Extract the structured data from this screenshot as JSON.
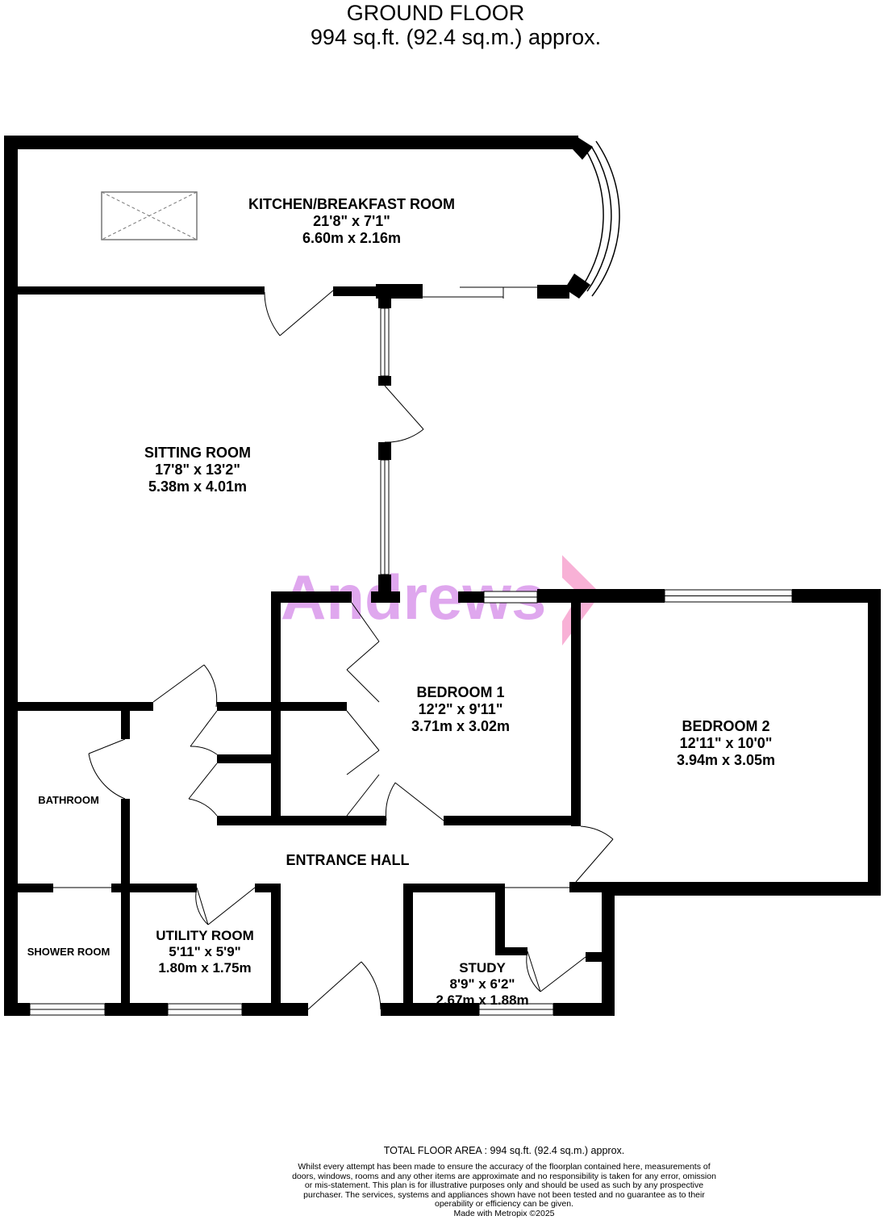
{
  "header": {
    "floor_name": "GROUND FLOOR",
    "floor_area": "994 sq.ft. (92.4 sq.m.) approx."
  },
  "rooms": {
    "kitchen": {
      "name": "KITCHEN/BREAKFAST ROOM",
      "imperial": "21'8\"  x 7'1\"",
      "metric": "6.60m  x 2.16m"
    },
    "sitting": {
      "name": "SITTING ROOM",
      "imperial": "17'8\"  x 13'2\"",
      "metric": "5.38m  x 4.01m"
    },
    "bedroom1": {
      "name": "BEDROOM 1",
      "imperial": "12'2\"  x 9'11\"",
      "metric": "3.71m  x 3.02m"
    },
    "bedroom2": {
      "name": "BEDROOM 2",
      "imperial": "12'11\"  x 10'0\"",
      "metric": "3.94m  x 3.05m"
    },
    "bathroom": {
      "name": "BATHROOM"
    },
    "entrance": {
      "name": "ENTRANCE HALL"
    },
    "shower": {
      "name": "SHOWER ROOM"
    },
    "utility": {
      "name": "UTILITY ROOM",
      "imperial": "5'11\"  x 5'9\"",
      "metric": "1.80m  x 1.75m"
    },
    "study": {
      "name": "STUDY",
      "imperial": "8'9\"  x 6'2\"",
      "metric": "2.67m  x 1.88m"
    }
  },
  "logo": {
    "text": "Andrews",
    "color": "#c97be6",
    "accent": "#f7a3cf"
  },
  "footer": {
    "total": "TOTAL FLOOR AREA : 994 sq.ft. (92.4 sq.m.) approx.",
    "disclaimer": "Whilst every attempt has been made to ensure the accuracy of the floorplan contained here, measurements of doors, windows, rooms and any other items are approximate and no responsibility is taken for any error, omission or mis-statement. This plan is for illustrative purposes only and should be used as such by any prospective purchaser. The services, systems and appliances shown have not been tested and no guarantee as to their operability or efficiency can be given.",
    "made_with": "Made with Metropix ©2025"
  },
  "colors": {
    "wall": "#000000",
    "window": "#ffffff",
    "door_line": "#000000"
  }
}
